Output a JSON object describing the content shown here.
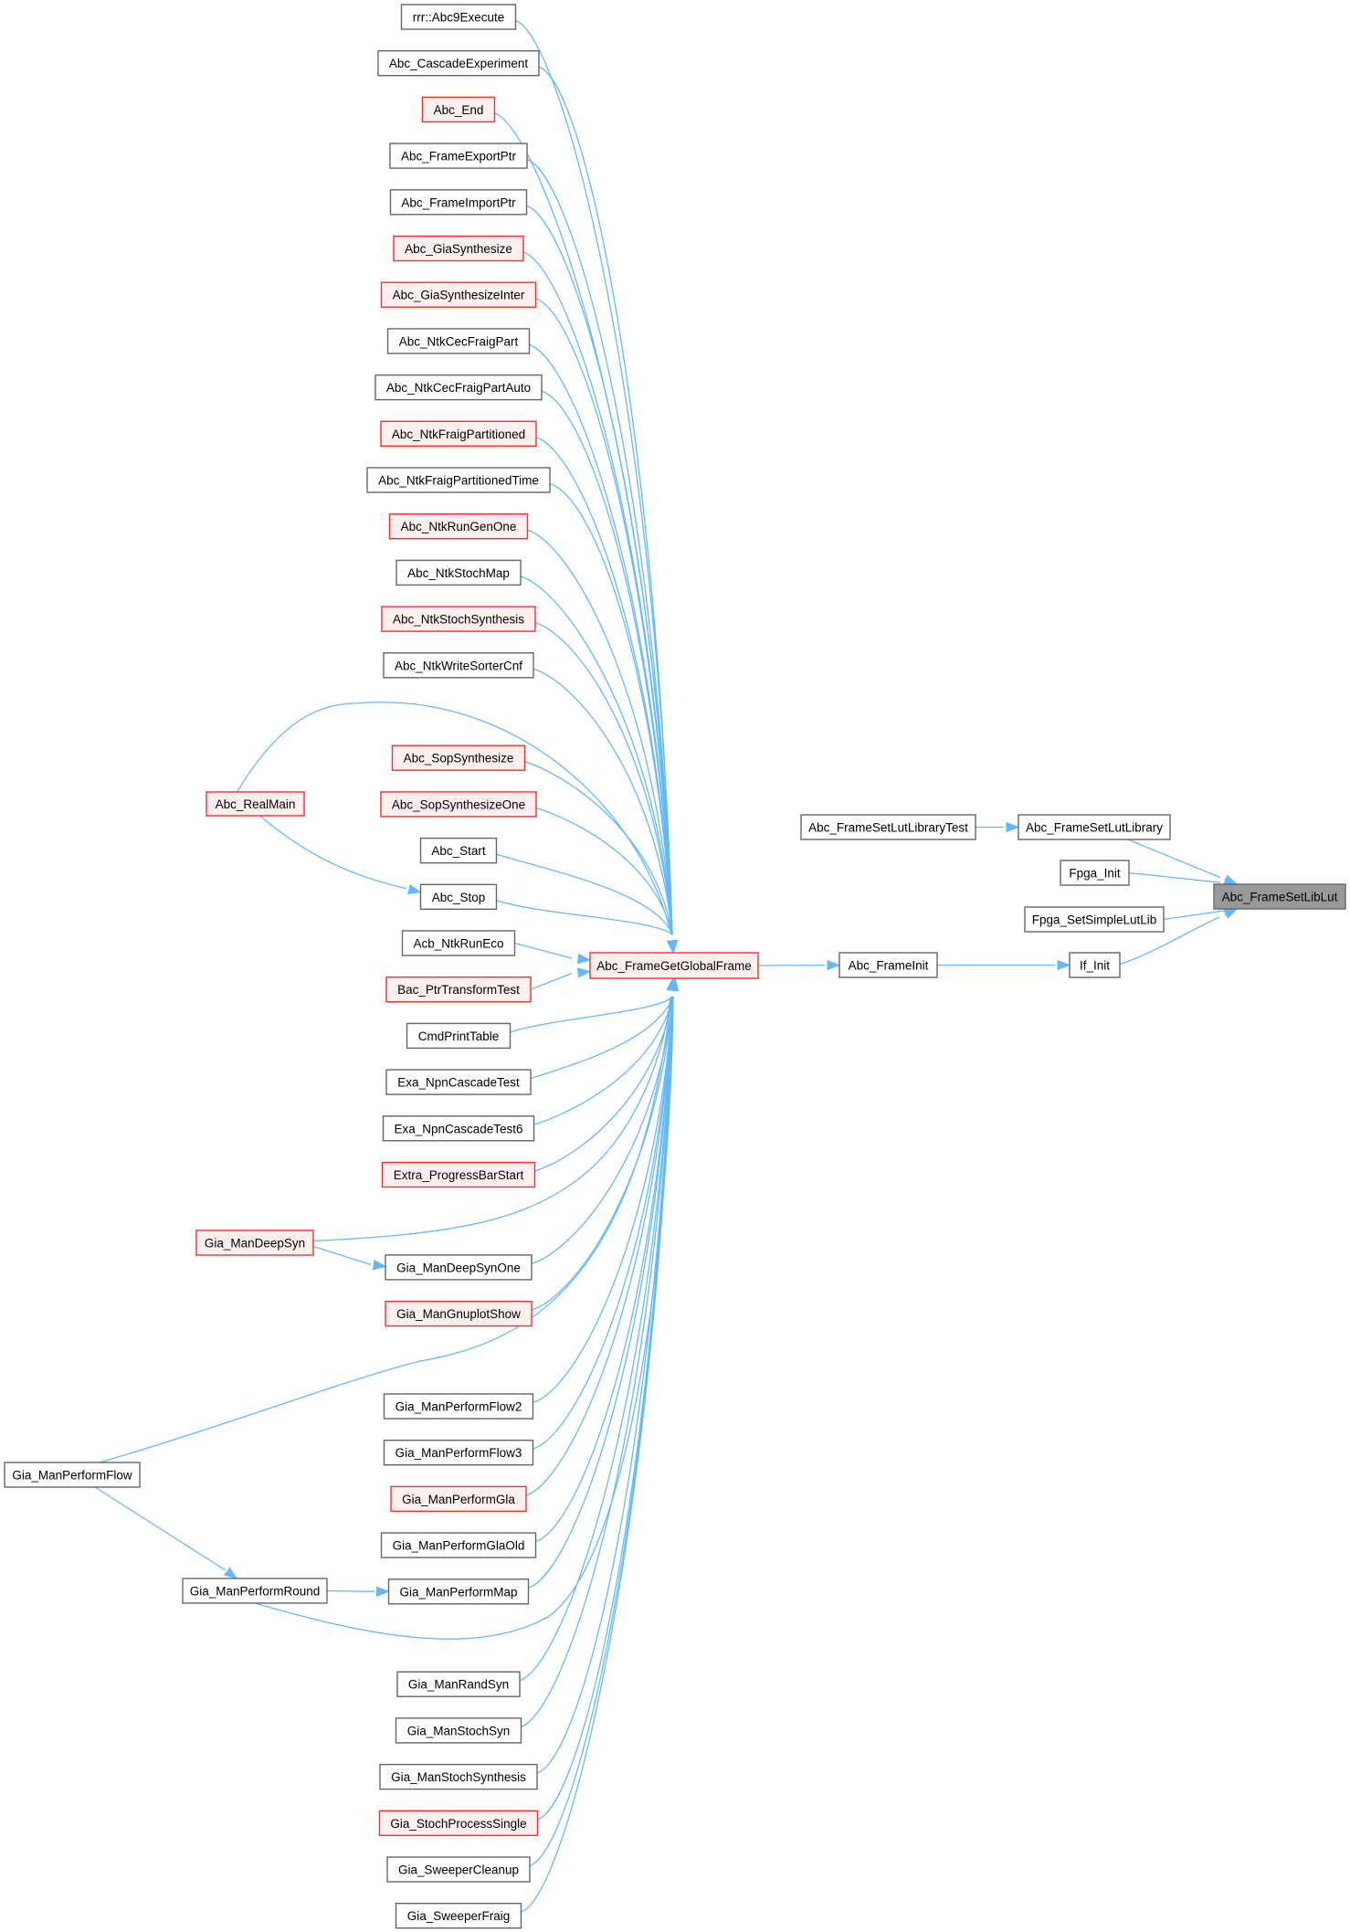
{
  "graph": {
    "title": "Abc_FrameSetLibLut caller graph",
    "edge_color": "#63b8ff",
    "highlight_border_color": "#ff2a2a",
    "highlight_fill_color": "#fff0f0",
    "focus_fill_color": "#999999",
    "nodes": [
      {
        "id": "n0",
        "label": "rrr::Abc9Execute",
        "style": "normal"
      },
      {
        "id": "n1",
        "label": "Abc_CascadeExperiment",
        "style": "normal"
      },
      {
        "id": "n2",
        "label": "Abc_End",
        "style": "highlight"
      },
      {
        "id": "n3",
        "label": "Abc_FrameExportPtr",
        "style": "normal"
      },
      {
        "id": "n4",
        "label": "Abc_FrameImportPtr",
        "style": "normal"
      },
      {
        "id": "n5",
        "label": "Abc_GiaSynthesize",
        "style": "highlight"
      },
      {
        "id": "n6",
        "label": "Abc_GiaSynthesizeInter",
        "style": "highlight"
      },
      {
        "id": "n7",
        "label": "Abc_NtkCecFraigPart",
        "style": "normal"
      },
      {
        "id": "n8",
        "label": "Abc_NtkCecFraigPartAuto",
        "style": "normal"
      },
      {
        "id": "n9",
        "label": "Abc_NtkFraigPartitioned",
        "style": "highlight"
      },
      {
        "id": "n10",
        "label": "Abc_NtkFraigPartitionedTime",
        "style": "normal"
      },
      {
        "id": "n11",
        "label": "Abc_NtkRunGenOne",
        "style": "highlight"
      },
      {
        "id": "n12",
        "label": "Abc_NtkStochMap",
        "style": "normal"
      },
      {
        "id": "n13",
        "label": "Abc_NtkStochSynthesis",
        "style": "highlight"
      },
      {
        "id": "n14",
        "label": "Abc_NtkWriteSorterCnf",
        "style": "normal"
      },
      {
        "id": "n15",
        "label": "Abc_SopSynthesize",
        "style": "highlight"
      },
      {
        "id": "n16",
        "label": "Abc_SopSynthesizeOne",
        "style": "highlight"
      },
      {
        "id": "n17",
        "label": "Abc_Start",
        "style": "normal"
      },
      {
        "id": "n18",
        "label": "Abc_Stop",
        "style": "normal"
      },
      {
        "id": "n19",
        "label": "Acb_NtkRunEco",
        "style": "normal"
      },
      {
        "id": "n20",
        "label": "Bac_PtrTransformTest",
        "style": "highlight"
      },
      {
        "id": "n21",
        "label": "CmdPrintTable",
        "style": "normal"
      },
      {
        "id": "n22",
        "label": "Exa_NpnCascadeTest",
        "style": "normal"
      },
      {
        "id": "n23",
        "label": "Exa_NpnCascadeTest6",
        "style": "normal"
      },
      {
        "id": "n24",
        "label": "Extra_ProgressBarStart",
        "style": "highlight"
      },
      {
        "id": "n25",
        "label": "Gia_ManDeepSynOne",
        "style": "normal"
      },
      {
        "id": "n26",
        "label": "Gia_ManGnuplotShow",
        "style": "highlight"
      },
      {
        "id": "n27",
        "label": "Gia_ManPerformFlow2",
        "style": "normal"
      },
      {
        "id": "n28",
        "label": "Gia_ManPerformFlow3",
        "style": "normal"
      },
      {
        "id": "n29",
        "label": "Gia_ManPerformGla",
        "style": "highlight"
      },
      {
        "id": "n30",
        "label": "Gia_ManPerformGlaOld",
        "style": "normal"
      },
      {
        "id": "n31",
        "label": "Gia_ManPerformMap",
        "style": "normal"
      },
      {
        "id": "n32",
        "label": "Gia_ManRandSyn",
        "style": "normal"
      },
      {
        "id": "n33",
        "label": "Gia_ManStochSyn",
        "style": "normal"
      },
      {
        "id": "n34",
        "label": "Gia_ManStochSynthesis",
        "style": "normal"
      },
      {
        "id": "n35",
        "label": "Gia_StochProcessSingle",
        "style": "highlight"
      },
      {
        "id": "n36",
        "label": "Gia_SweeperCleanup",
        "style": "normal"
      },
      {
        "id": "n37",
        "label": "Gia_SweeperFraig",
        "style": "normal"
      },
      {
        "id": "realmain",
        "label": "Abc_RealMain",
        "style": "highlight"
      },
      {
        "id": "deepsyn",
        "label": "Gia_ManDeepSyn",
        "style": "highlight"
      },
      {
        "id": "pflow",
        "label": "Gia_ManPerformFlow",
        "style": "normal"
      },
      {
        "id": "pround",
        "label": "Gia_ManPerformRound",
        "style": "normal"
      },
      {
        "id": "center",
        "label": "Abc_FrameGetGlobalFrame",
        "style": "highlight"
      },
      {
        "id": "frameinit",
        "label": "Abc_FrameInit",
        "style": "normal"
      },
      {
        "id": "ifinit",
        "label": "If_Init",
        "style": "normal"
      },
      {
        "id": "lutlibtest",
        "label": "Abc_FrameSetLutLibraryTest",
        "style": "normal"
      },
      {
        "id": "lutlib",
        "label": "Abc_FrameSetLutLibrary",
        "style": "normal"
      },
      {
        "id": "fpgainit",
        "label": "Fpga_Init",
        "style": "normal"
      },
      {
        "id": "simplelut",
        "label": "Fpga_SetSimpleLutLib",
        "style": "normal"
      },
      {
        "id": "target",
        "label": "Abc_FrameSetLibLut",
        "style": "focus"
      }
    ],
    "edges": [
      {
        "from": "n0",
        "to": "center"
      },
      {
        "from": "n1",
        "to": "center"
      },
      {
        "from": "n2",
        "to": "center"
      },
      {
        "from": "n3",
        "to": "center"
      },
      {
        "from": "n4",
        "to": "center"
      },
      {
        "from": "n5",
        "to": "center"
      },
      {
        "from": "n6",
        "to": "center"
      },
      {
        "from": "n7",
        "to": "center"
      },
      {
        "from": "n8",
        "to": "center"
      },
      {
        "from": "n9",
        "to": "center"
      },
      {
        "from": "n10",
        "to": "center"
      },
      {
        "from": "n11",
        "to": "center"
      },
      {
        "from": "n12",
        "to": "center"
      },
      {
        "from": "n13",
        "to": "center"
      },
      {
        "from": "n14",
        "to": "center"
      },
      {
        "from": "realmain",
        "to": "center"
      },
      {
        "from": "realmain",
        "to": "n18"
      },
      {
        "from": "n15",
        "to": "center"
      },
      {
        "from": "n16",
        "to": "center"
      },
      {
        "from": "n17",
        "to": "center"
      },
      {
        "from": "n18",
        "to": "center"
      },
      {
        "from": "n19",
        "to": "center"
      },
      {
        "from": "n20",
        "to": "center"
      },
      {
        "from": "n21",
        "to": "center"
      },
      {
        "from": "n22",
        "to": "center"
      },
      {
        "from": "n23",
        "to": "center"
      },
      {
        "from": "n24",
        "to": "center"
      },
      {
        "from": "deepsyn",
        "to": "center"
      },
      {
        "from": "deepsyn",
        "to": "n25"
      },
      {
        "from": "n25",
        "to": "center"
      },
      {
        "from": "n26",
        "to": "center"
      },
      {
        "from": "pflow",
        "to": "center"
      },
      {
        "from": "pflow",
        "to": "pround"
      },
      {
        "from": "n27",
        "to": "center"
      },
      {
        "from": "n28",
        "to": "center"
      },
      {
        "from": "n29",
        "to": "center"
      },
      {
        "from": "n30",
        "to": "center"
      },
      {
        "from": "n31",
        "to": "center"
      },
      {
        "from": "pround",
        "to": "n31"
      },
      {
        "from": "pround",
        "to": "center"
      },
      {
        "from": "n32",
        "to": "center"
      },
      {
        "from": "n33",
        "to": "center"
      },
      {
        "from": "n34",
        "to": "center"
      },
      {
        "from": "n35",
        "to": "center"
      },
      {
        "from": "n36",
        "to": "center"
      },
      {
        "from": "n37",
        "to": "center"
      },
      {
        "from": "center",
        "to": "frameinit"
      },
      {
        "from": "frameinit",
        "to": "ifinit"
      },
      {
        "from": "ifinit",
        "to": "target"
      },
      {
        "from": "lutlibtest",
        "to": "lutlib"
      },
      {
        "from": "lutlib",
        "to": "target"
      },
      {
        "from": "fpgainit",
        "to": "target"
      },
      {
        "from": "simplelut",
        "to": "target"
      }
    ]
  }
}
